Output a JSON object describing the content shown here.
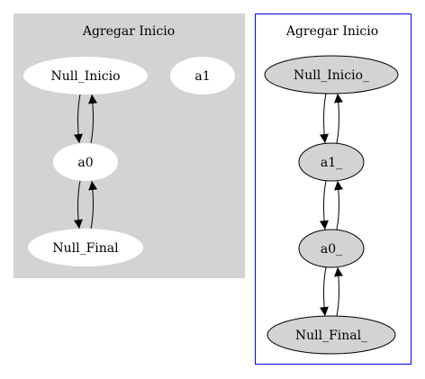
{
  "left_cluster": {
    "title": "Agregar Inicio",
    "fill": "#d3d3d3",
    "node_fill": "#ffffff",
    "nodes": {
      "null_inicio": "Null_Inicio",
      "a1": "a1",
      "a0": "a0",
      "null_final": "Null_Final"
    }
  },
  "right_cluster": {
    "title": "Agregar Inicio",
    "border": "#0000ff",
    "node_fill": "#d3d3d3",
    "nodes": {
      "null_inicio": "Null_Inicio_",
      "a1": "a1_",
      "a0": "a0_",
      "null_final": "Null_Final_"
    }
  }
}
